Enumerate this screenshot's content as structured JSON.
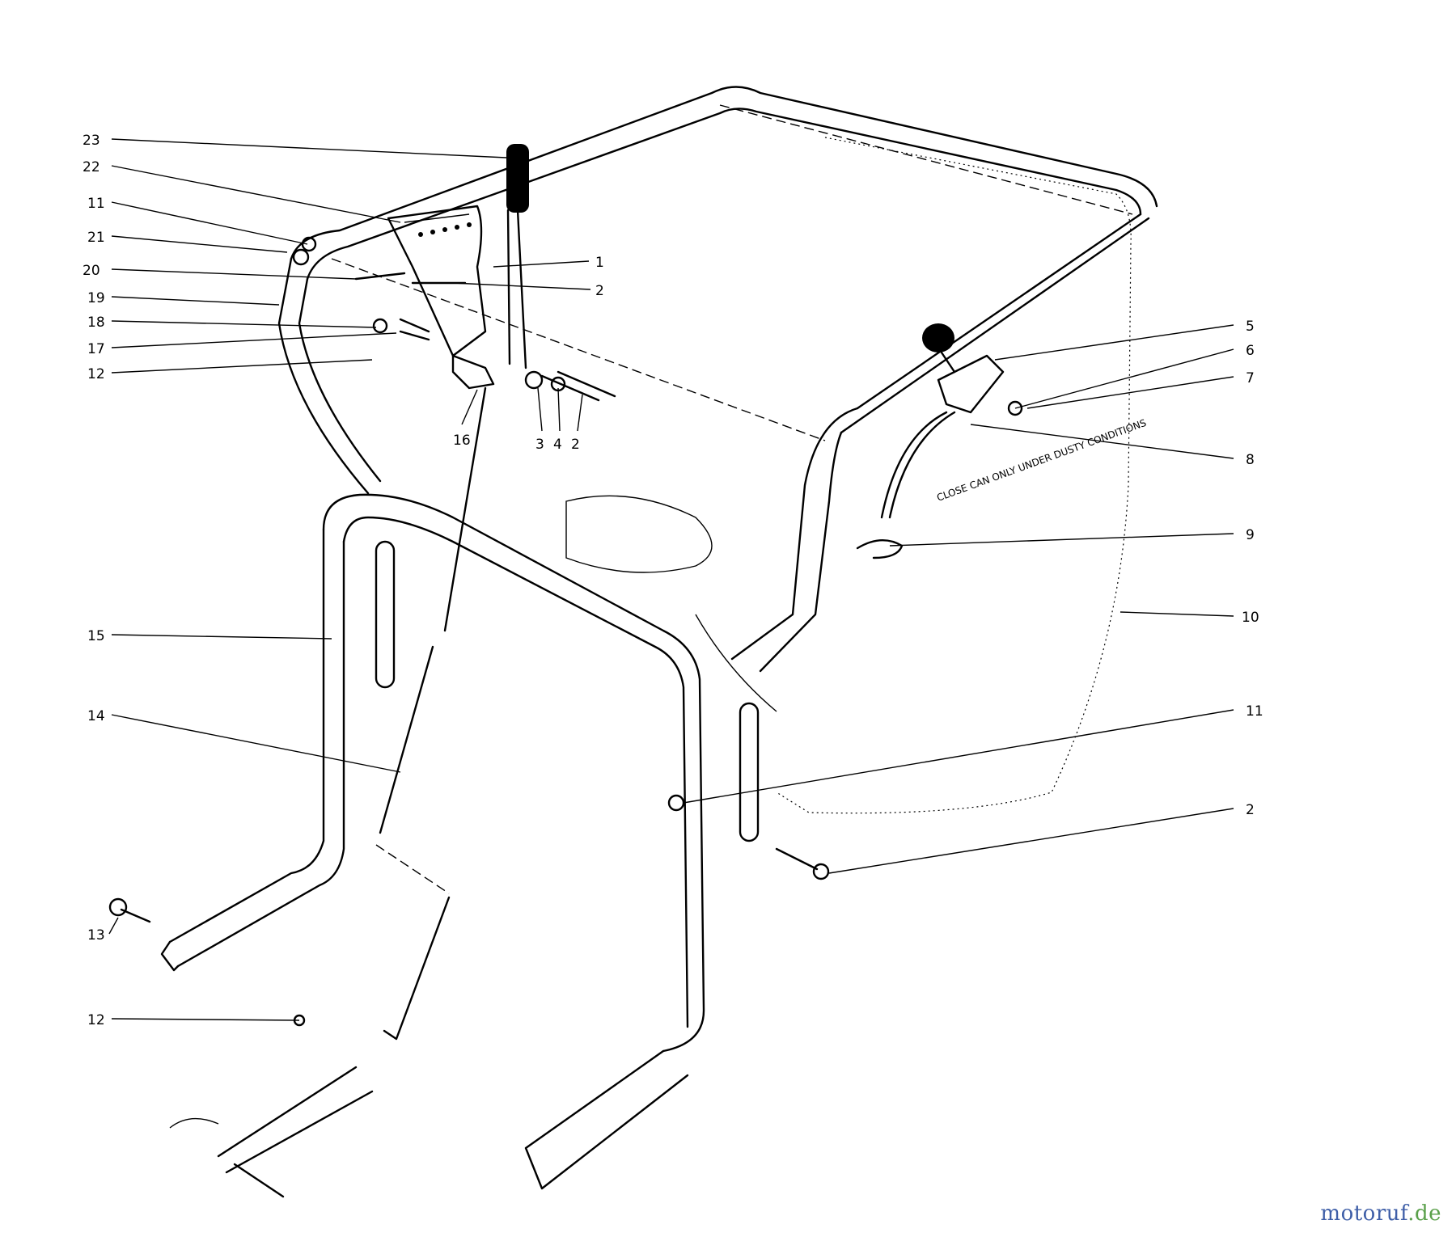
{
  "callouts": [
    {
      "id": "c23",
      "label": "23"
    },
    {
      "id": "c22",
      "label": "22"
    },
    {
      "id": "c11a",
      "label": "11"
    },
    {
      "id": "c21",
      "label": "21"
    },
    {
      "id": "c20",
      "label": "20"
    },
    {
      "id": "c19",
      "label": "19"
    },
    {
      "id": "c18",
      "label": "18"
    },
    {
      "id": "c17",
      "label": "17"
    },
    {
      "id": "c12a",
      "label": "12"
    },
    {
      "id": "c16",
      "label": "16"
    },
    {
      "id": "c3",
      "label": "3"
    },
    {
      "id": "c4",
      "label": "4"
    },
    {
      "id": "c2b",
      "label": "2"
    },
    {
      "id": "c1",
      "label": "1"
    },
    {
      "id": "c2a",
      "label": "2"
    },
    {
      "id": "c5",
      "label": "5"
    },
    {
      "id": "c6",
      "label": "6"
    },
    {
      "id": "c7",
      "label": "7"
    },
    {
      "id": "c8",
      "label": "8"
    },
    {
      "id": "c9",
      "label": "9"
    },
    {
      "id": "c10",
      "label": "10"
    },
    {
      "id": "c11b",
      "label": "11"
    },
    {
      "id": "c2c",
      "label": "2"
    },
    {
      "id": "c15",
      "label": "15"
    },
    {
      "id": "c14",
      "label": "14"
    },
    {
      "id": "c13",
      "label": "13"
    },
    {
      "id": "c12b",
      "label": "12"
    }
  ],
  "watermark": {
    "brand": "motoruf",
    "suffix": ".de"
  }
}
